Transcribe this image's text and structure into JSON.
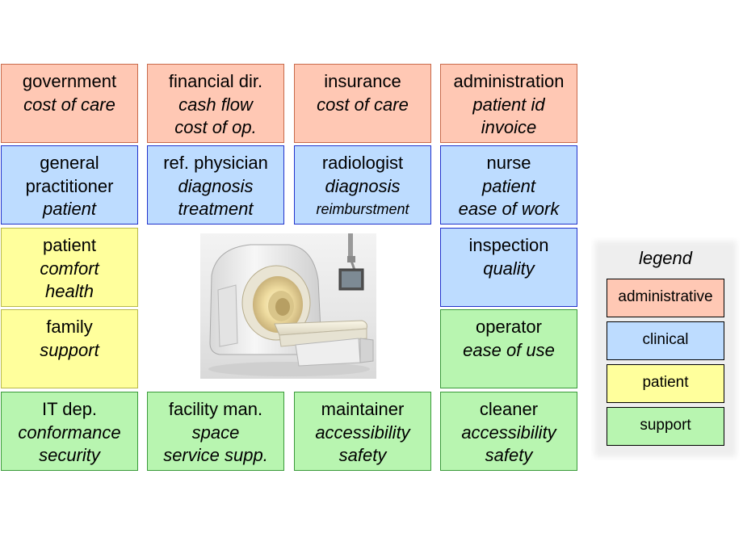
{
  "colors": {
    "administrative": "#ffc8b4",
    "clinical": "#bddcff",
    "patient": "#ffff9c",
    "support": "#b8f5b0"
  },
  "stakeholders": [
    {
      "id": "government",
      "category": "administrative",
      "lines": [
        "government",
        "cost of care"
      ]
    },
    {
      "id": "financial-dir",
      "category": "administrative",
      "lines": [
        "financial dir.",
        "cash flow",
        "cost of op."
      ]
    },
    {
      "id": "insurance",
      "category": "administrative",
      "lines": [
        "insurance",
        "cost of care"
      ]
    },
    {
      "id": "administration",
      "category": "administrative",
      "lines": [
        "administration",
        "patient id",
        "invoice"
      ]
    },
    {
      "id": "general-practitioner",
      "category": "clinical",
      "lines": [
        "general",
        "practitioner",
        "patient"
      ]
    },
    {
      "id": "ref-physician",
      "category": "clinical",
      "lines": [
        "ref. physician",
        "diagnosis",
        "treatment"
      ]
    },
    {
      "id": "radiologist",
      "category": "clinical",
      "lines": [
        "radiologist",
        "diagnosis",
        "reimburstment"
      ]
    },
    {
      "id": "nurse",
      "category": "clinical",
      "lines": [
        "nurse",
        "patient",
        "ease of work"
      ]
    },
    {
      "id": "patient",
      "category": "patient",
      "lines": [
        "patient",
        "comfort",
        "health"
      ]
    },
    {
      "id": "inspection",
      "category": "clinical",
      "lines": [
        "inspection",
        "quality"
      ]
    },
    {
      "id": "family",
      "category": "patient",
      "lines": [
        "family",
        "support"
      ]
    },
    {
      "id": "operator",
      "category": "support",
      "lines": [
        "operator",
        "ease of use"
      ]
    },
    {
      "id": "it-dep",
      "category": "support",
      "lines": [
        "IT dep.",
        "conformance",
        "security"
      ]
    },
    {
      "id": "facility-man",
      "category": "support",
      "lines": [
        "facility man.",
        "space",
        "service supp."
      ]
    },
    {
      "id": "maintainer",
      "category": "support",
      "lines": [
        "maintainer",
        "accessibility",
        "safety"
      ]
    },
    {
      "id": "cleaner",
      "category": "support",
      "lines": [
        "cleaner",
        "accessibility",
        "safety"
      ]
    }
  ],
  "legend": {
    "title": "legend",
    "items": [
      {
        "label": "administrative",
        "category": "administrative"
      },
      {
        "label": "clinical",
        "category": "clinical"
      },
      {
        "label": "patient",
        "category": "patient"
      },
      {
        "label": "support",
        "category": "support"
      }
    ]
  }
}
